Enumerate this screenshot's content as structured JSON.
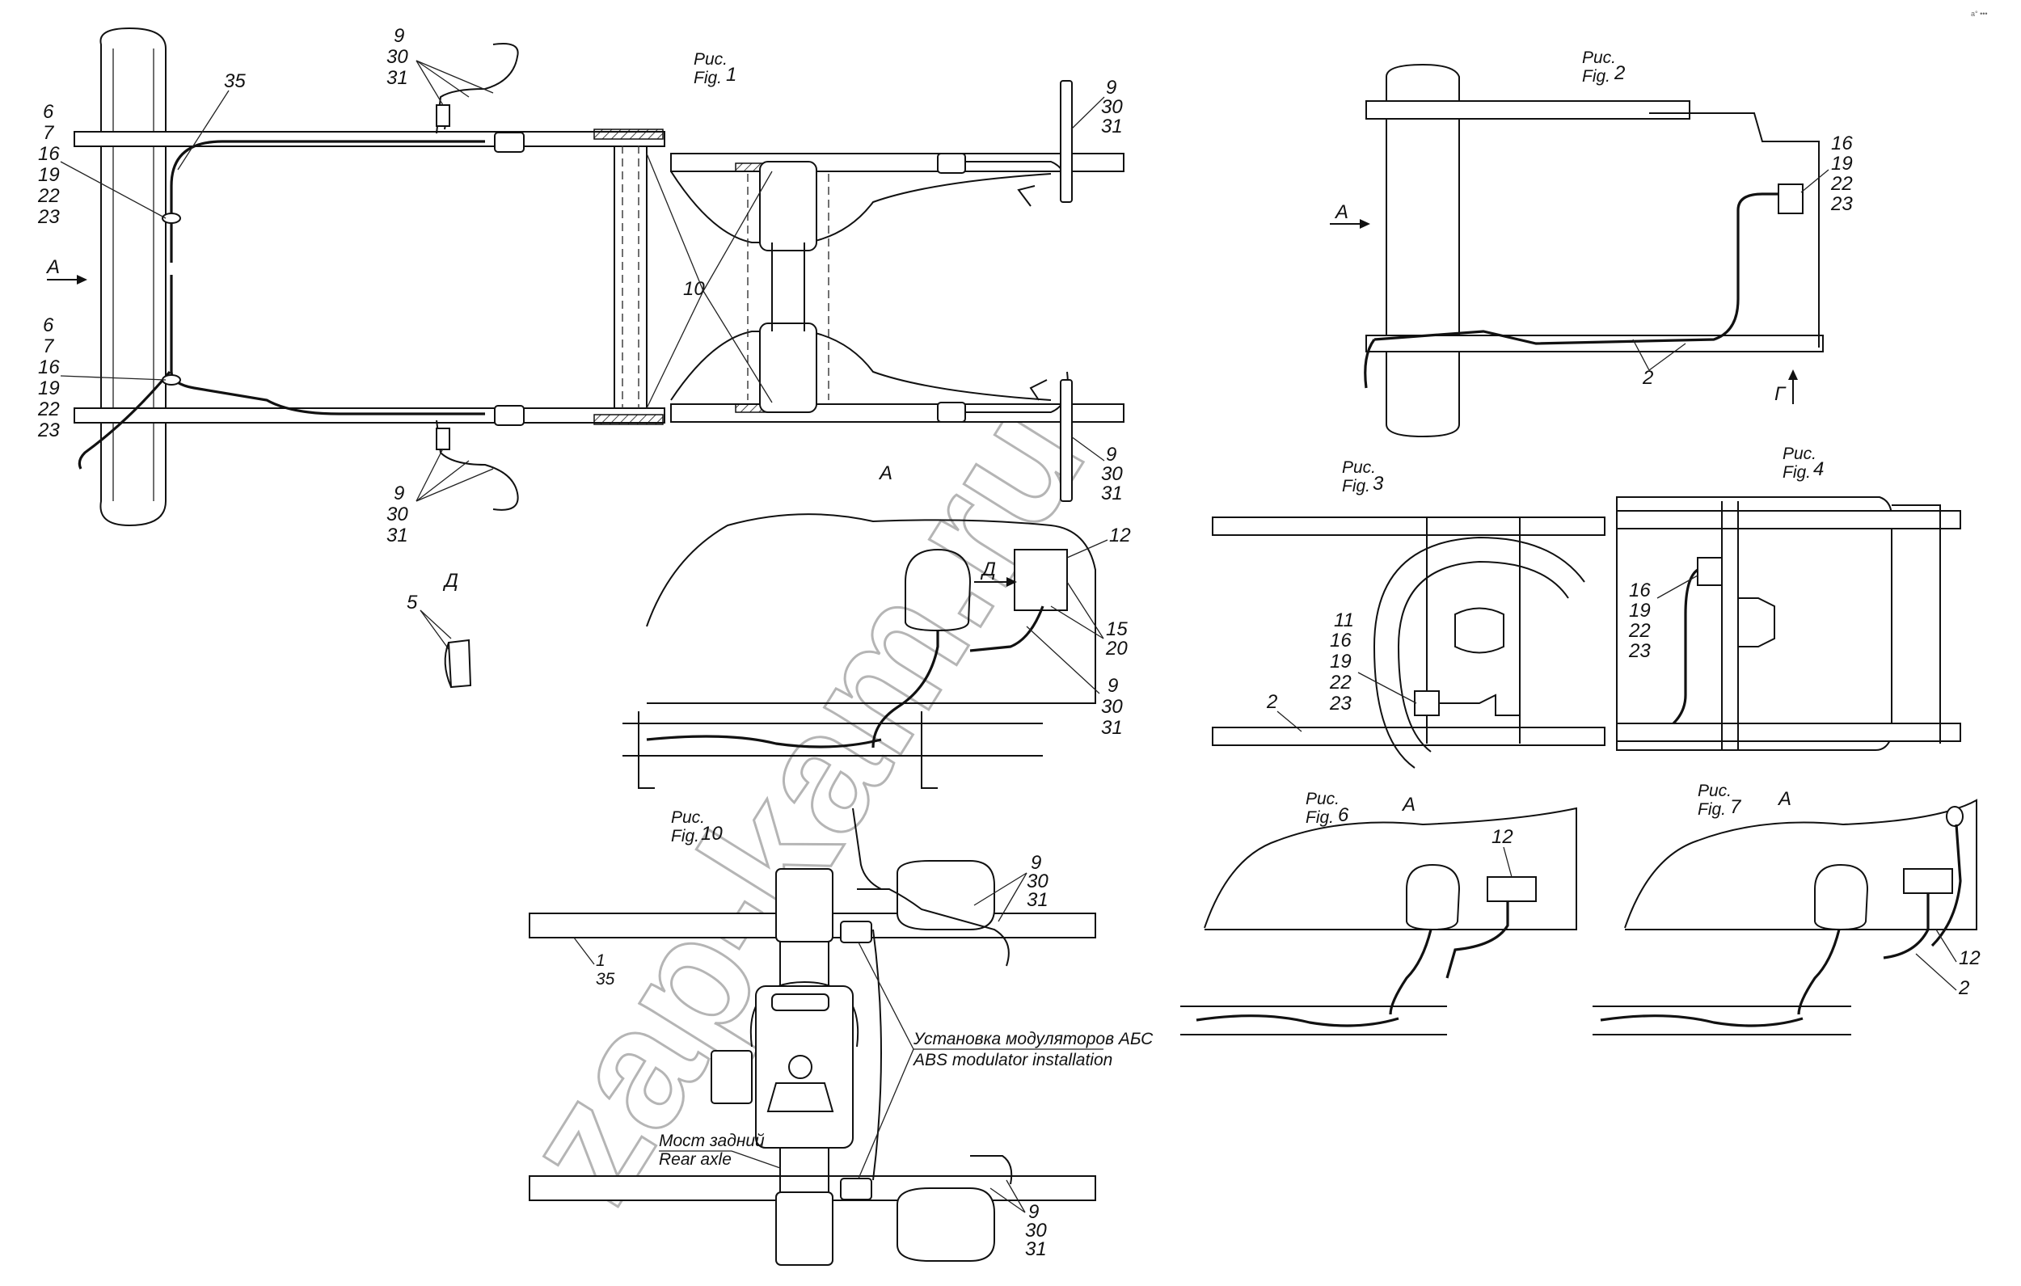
{
  "figures": {
    "fig1": {
      "ru": "Рис.",
      "en": "Fig.",
      "num": "1"
    },
    "fig2": {
      "ru": "Рис.",
      "en": "Fig.",
      "num": "2"
    },
    "fig3": {
      "ru": "Рис.",
      "en": "Fig.",
      "num": "3"
    },
    "fig4": {
      "ru": "Рис.",
      "en": "Fig.",
      "num": "4"
    },
    "fig6": {
      "ru": "Рис.",
      "en": "Fig.",
      "num": "6"
    },
    "fig7": {
      "ru": "Рис.",
      "en": "Fig.",
      "num": "7"
    },
    "fig10": {
      "ru": "Рис.",
      "en": "Fig.",
      "num": "10"
    }
  },
  "view_labels": {
    "A": "A",
    "D": "Д",
    "G": "Г"
  },
  "callouts": {
    "n1": "1",
    "n2": "2",
    "n5": "5",
    "n6": "6",
    "n7": "7",
    "n9": "9",
    "n10": "10",
    "n11": "11",
    "n12": "12",
    "n15": "15",
    "n16": "16",
    "n19": "19",
    "n20": "20",
    "n22": "22",
    "n23": "23",
    "n30": "30",
    "n31": "31",
    "n35": "35"
  },
  "captions": {
    "abs_ru": "Установка модуляторов АБС",
    "abs_en": "ABS modulator installation",
    "axle_ru": "Мост задний",
    "axle_en": "Rear axle"
  },
  "watermark": "zap-kam.ru",
  "corner_mark": "a° •••"
}
